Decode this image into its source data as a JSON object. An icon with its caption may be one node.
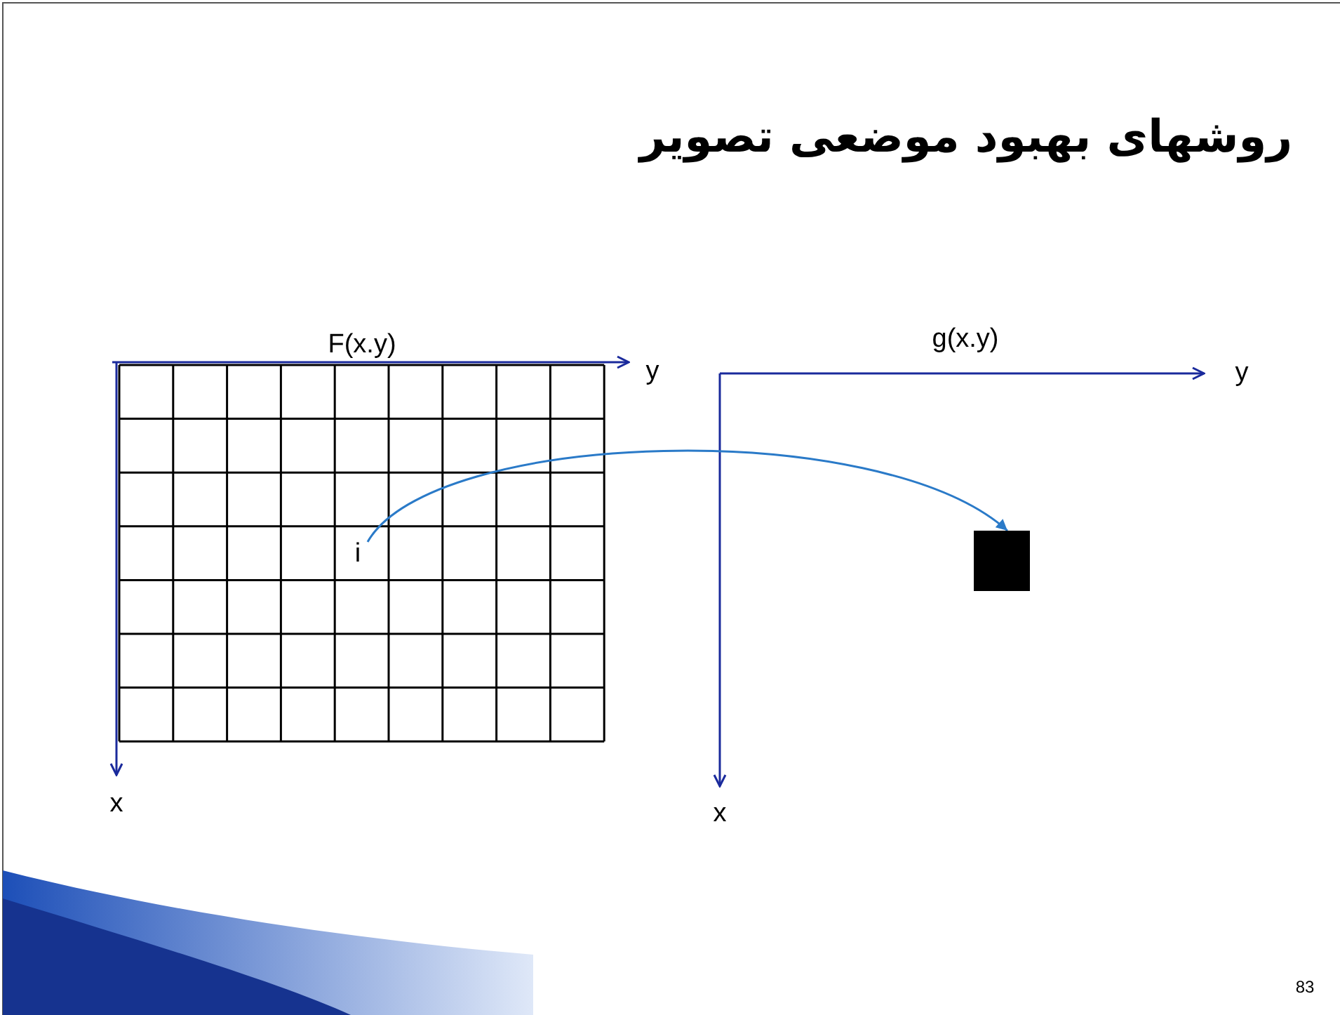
{
  "diagram": {
    "title": "روشهای بهبود موضعی تصویر",
    "nodes": [
      {
        "text": [
          "i"
        ]
      },
      {
        "text": [],
        "shape": "box"
      }
    ],
    "edges": [
      {
        "from": 0,
        "to": 1,
        "arrow": "to"
      }
    ],
    "labels": [
      "F(x.y)",
      "y",
      "g(x.y)",
      "y",
      "x",
      "x",
      "83"
    ]
  }
}
